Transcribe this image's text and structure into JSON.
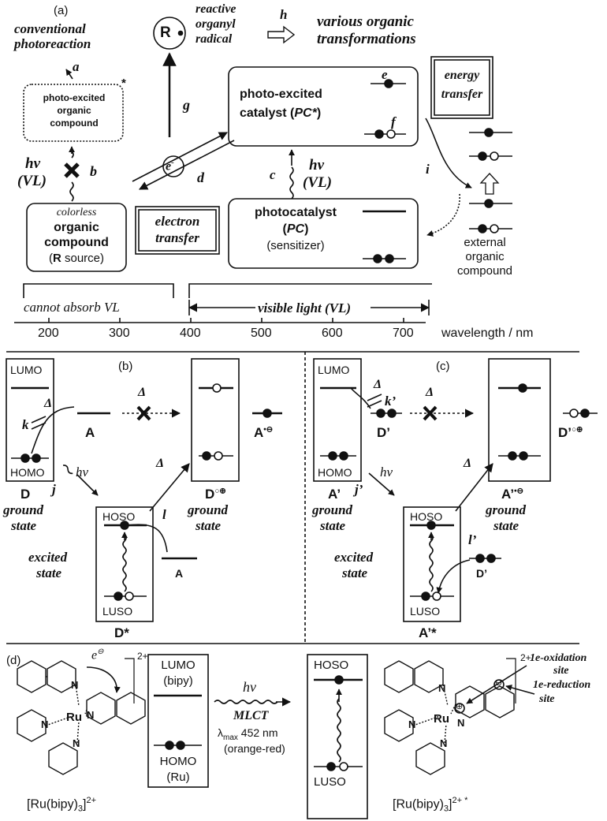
{
  "panel_a": {
    "label": "(a)",
    "conventional": [
      "conventional",
      "photoreaction"
    ],
    "step_a": "a",
    "photo_excited_organic": [
      "photo-excited",
      "organic",
      "compound"
    ],
    "asterisk": "*",
    "hv": "hν",
    "vl": "(VL)",
    "step_b": "b",
    "colorless": "colorless",
    "organic_compound": [
      "organic",
      "compound"
    ],
    "r_source_prefix": "(",
    "r_source_r": "R",
    "r_source_suffix": " source)",
    "radical_symbol": "R",
    "reactive": [
      "reactive",
      "organyl",
      "radical"
    ],
    "step_h": "h",
    "transformations": [
      "various organic",
      "transformations"
    ],
    "step_g": "g",
    "electron": "e",
    "electron_sup": "-",
    "step_d": "d",
    "electron_transfer": [
      "electron",
      "transfer"
    ],
    "photo_excited_catalyst": [
      "photo-excited",
      "catalyst"
    ],
    "pc_star": "PC*",
    "step_e": "e",
    "step_f": "f",
    "step_c": "c",
    "hv2": "hν",
    "vl2": "(VL)",
    "photocatalyst": [
      "photocatalyst",
      "PC",
      "(sensitizer)"
    ],
    "energy_transfer": [
      "energy",
      "transfer"
    ],
    "step_i": "i",
    "external": [
      "external",
      "organic",
      "compound"
    ],
    "cannot_absorb": "cannot absorb VL",
    "visible_light": "visible light (VL)",
    "wavelength_label": "wavelength / nm",
    "ticks": [
      "200",
      "300",
      "400",
      "500",
      "600",
      "700"
    ]
  },
  "panel_b": {
    "label": "(b)",
    "lumo": "LUMO",
    "homo": "HOMO",
    "delta": "Δ",
    "step_k": "k",
    "acceptor": "A",
    "acceptor_radical": "A",
    "donor": "D",
    "ground_state": [
      "ground",
      "state"
    ],
    "donor_cation": "D",
    "step_j": "j",
    "hv": "hν",
    "hoso": "HOSO",
    "luso": "LUSO",
    "step_l": "l",
    "acceptor2": "A",
    "excited_state": [
      "excited",
      "state"
    ],
    "donor_star": "D*"
  },
  "panel_c": {
    "label": "(c)",
    "lumo": "LUMO",
    "homo": "HOMO",
    "delta": "Δ",
    "step_k": "k’",
    "donor": "D’",
    "donor_cation": "D’",
    "acceptor": "A’",
    "ground_state": [
      "ground",
      "state"
    ],
    "acceptor_anion": "A’",
    "step_j": "j’",
    "hv": "hν",
    "hoso": "HOSO",
    "luso": "LUSO",
    "step_l": "l’",
    "donor2": "D’",
    "excited_state": [
      "excited",
      "state"
    ],
    "acceptor_star": "A’*"
  },
  "panel_d": {
    "label": "(d)",
    "charge": "2+",
    "electron": "e",
    "ru": "Ru",
    "n": "N",
    "lumo": [
      "LUMO",
      "(bipy)"
    ],
    "homo": [
      "HOMO",
      "(Ru)"
    ],
    "hv": "hν",
    "mlct": "MLCT",
    "lambda": "λ",
    "lambda_sub": "max",
    "lambda_val": " 452 nm",
    "color": "(orange-red)",
    "hoso": "HOSO",
    "luso": "LUSO",
    "oxidation_site": [
      "1e-oxidation",
      "site"
    ],
    "reduction_site": [
      "1e-reduction",
      "site"
    ],
    "complex_left": "[Ru(bipy)",
    "complex_sub": "3",
    "complex_sup": "2+",
    "complex_right": "[Ru(bipy)",
    "complex_right_sup": "2+ *"
  }
}
